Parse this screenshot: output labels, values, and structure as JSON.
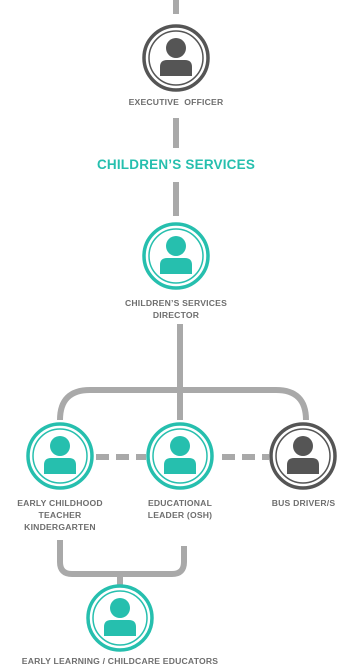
{
  "colors": {
    "teal": "#26bfae",
    "dark": "#555555",
    "connector": "#a9a9a9",
    "label_text": "#6e6e6e",
    "section_text": "#26bfae"
  },
  "section_title": "CHILDREN’S SERVICES",
  "nodes": {
    "executive_officer": {
      "label": "EXECUTIVE  OFFICER",
      "icon": "person-icon",
      "color": "dark"
    },
    "services_director": {
      "label_line1": "CHILDREN’S SERVICES",
      "label_line2": "DIRECTOR",
      "icon": "person-icon",
      "color": "teal"
    },
    "early_childhood_teacher": {
      "label_line1": "EARLY CHILDHOOD",
      "label_line2": "TEACHER",
      "label_line3": "KINDERGARTEN",
      "icon": "person-icon",
      "color": "teal"
    },
    "educational_leader": {
      "label_line1": "EDUCATIONAL",
      "label_line2": "LEADER (OSH)",
      "icon": "person-icon",
      "color": "teal"
    },
    "bus_driver": {
      "label": "BUS DRIVER/S",
      "icon": "person-icon",
      "color": "dark"
    },
    "educators": {
      "label": "EARLY LEARNING / CHILDCARE EDUCATORS",
      "icon": "person-icon",
      "color": "teal"
    }
  }
}
